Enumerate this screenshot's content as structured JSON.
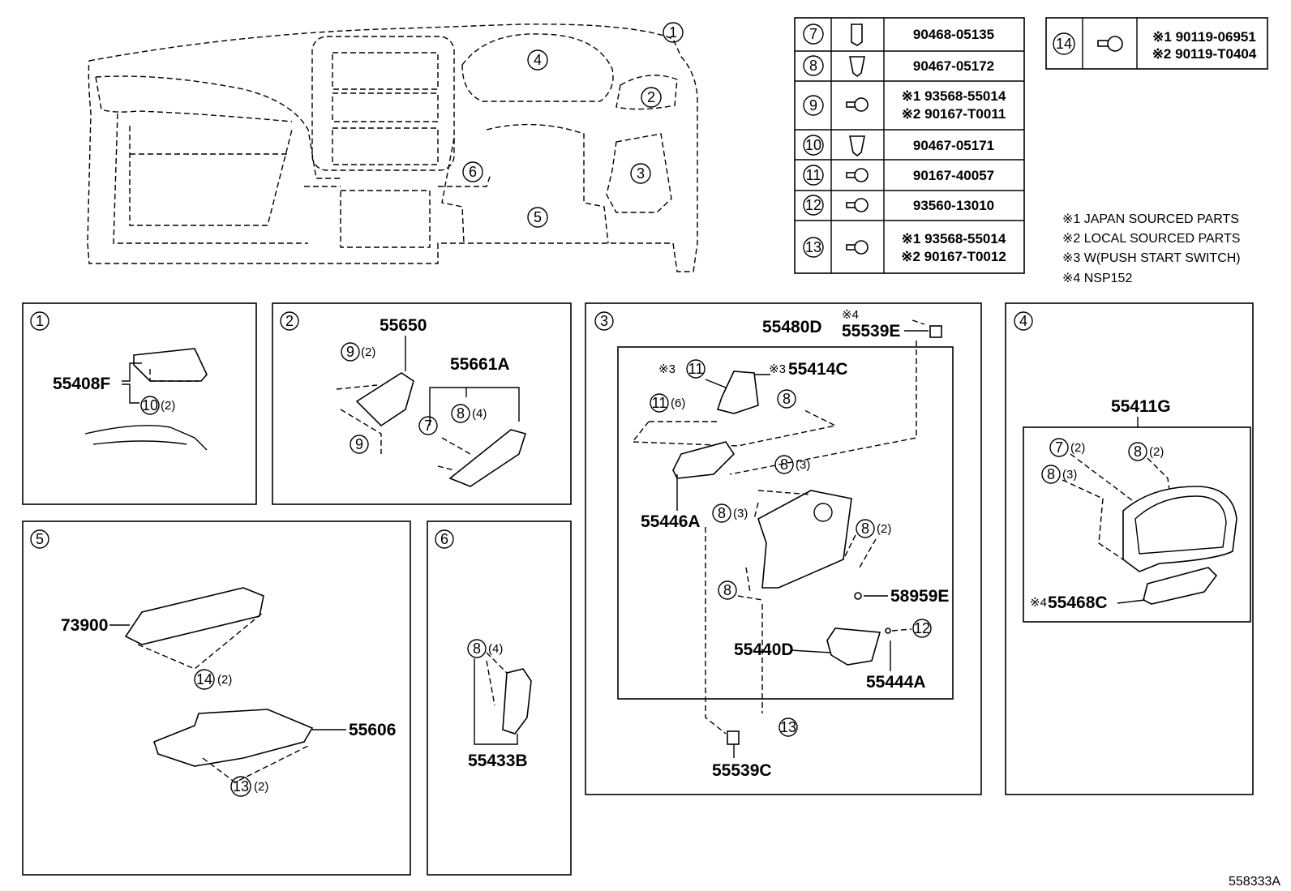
{
  "overview": {
    "callouts": [
      "1",
      "2",
      "3",
      "4",
      "5",
      "6"
    ]
  },
  "fastener_table": {
    "rows": [
      {
        "ref": "7",
        "lines": [
          "90468-05135"
        ],
        "icon": "clip-icon"
      },
      {
        "ref": "8",
        "lines": [
          "90467-05172"
        ],
        "icon": "clip-icon"
      },
      {
        "ref": "9",
        "lines": [
          "※1 93568-55014",
          "※2 90167-T0011"
        ],
        "icon": "screw-icon"
      },
      {
        "ref": "10",
        "lines": [
          "90467-05171"
        ],
        "icon": "clip-icon"
      },
      {
        "ref": "11",
        "lines": [
          "90167-40057"
        ],
        "icon": "screw-icon"
      },
      {
        "ref": "12",
        "lines": [
          "93560-13010"
        ],
        "icon": "screw-icon"
      },
      {
        "ref": "13",
        "lines": [
          "※1 93568-55014",
          "※2 90167-T0012"
        ],
        "icon": "screw-icon"
      }
    ],
    "side": {
      "ref": "14",
      "lines": [
        "※1 90119-06951",
        "※2 90119-T0404"
      ],
      "icon": "bolt-icon"
    }
  },
  "notes": [
    "※1 JAPAN SOURCED PARTS",
    "※2 LOCAL SOURCED PARTS",
    "※3 W(PUSH START SWITCH)",
    "※4 NSP152"
  ],
  "panels": {
    "p1": {
      "num": "1",
      "parts": {
        "a": "55408F"
      },
      "refs": {
        "r10": "10",
        "q10": "(2)"
      }
    },
    "p2": {
      "num": "2",
      "parts": {
        "a": "55650",
        "b": "55661A"
      },
      "refs": {
        "r9a": "9",
        "q9a": "(2)",
        "r9b": "9",
        "r8": "8",
        "q8": "(4)",
        "r7": "7"
      }
    },
    "p3": {
      "num": "3",
      "parts": {
        "a": "55480D",
        "b": "55539E",
        "c": "55414C",
        "d": "55446A",
        "e": "58959E",
        "f": "55440D",
        "g": "55444A",
        "h": "55539C"
      },
      "marks": {
        "m4": "※4",
        "m3a": "※3",
        "m3b": "※3"
      },
      "refs": {
        "r11a": "11",
        "r11b": "11",
        "q11b": "(6)",
        "r8a": "8",
        "r8b": "8",
        "q8b": "(3)",
        "r8c": "8",
        "q8c": "(3)",
        "r8d": "8",
        "q8d": "(2)",
        "r8e": "8",
        "r12": "12",
        "r13": "13"
      }
    },
    "p4": {
      "num": "4",
      "parts": {
        "a": "55411G",
        "b": "55468C"
      },
      "marks": {
        "m4": "※4"
      },
      "refs": {
        "r7": "7",
        "q7": "(2)",
        "r8a": "8",
        "q8a": "(2)",
        "r8b": "8",
        "q8b": "(3)"
      }
    },
    "p5": {
      "num": "5",
      "parts": {
        "a": "73900",
        "b": "55606"
      },
      "refs": {
        "r14": "14",
        "q14": "(2)",
        "r13": "13",
        "q13": "(2)"
      }
    },
    "p6": {
      "num": "6",
      "parts": {
        "a": "55433B"
      },
      "refs": {
        "r8": "8",
        "q8": "(4)"
      }
    }
  },
  "figure_id": "558333A"
}
